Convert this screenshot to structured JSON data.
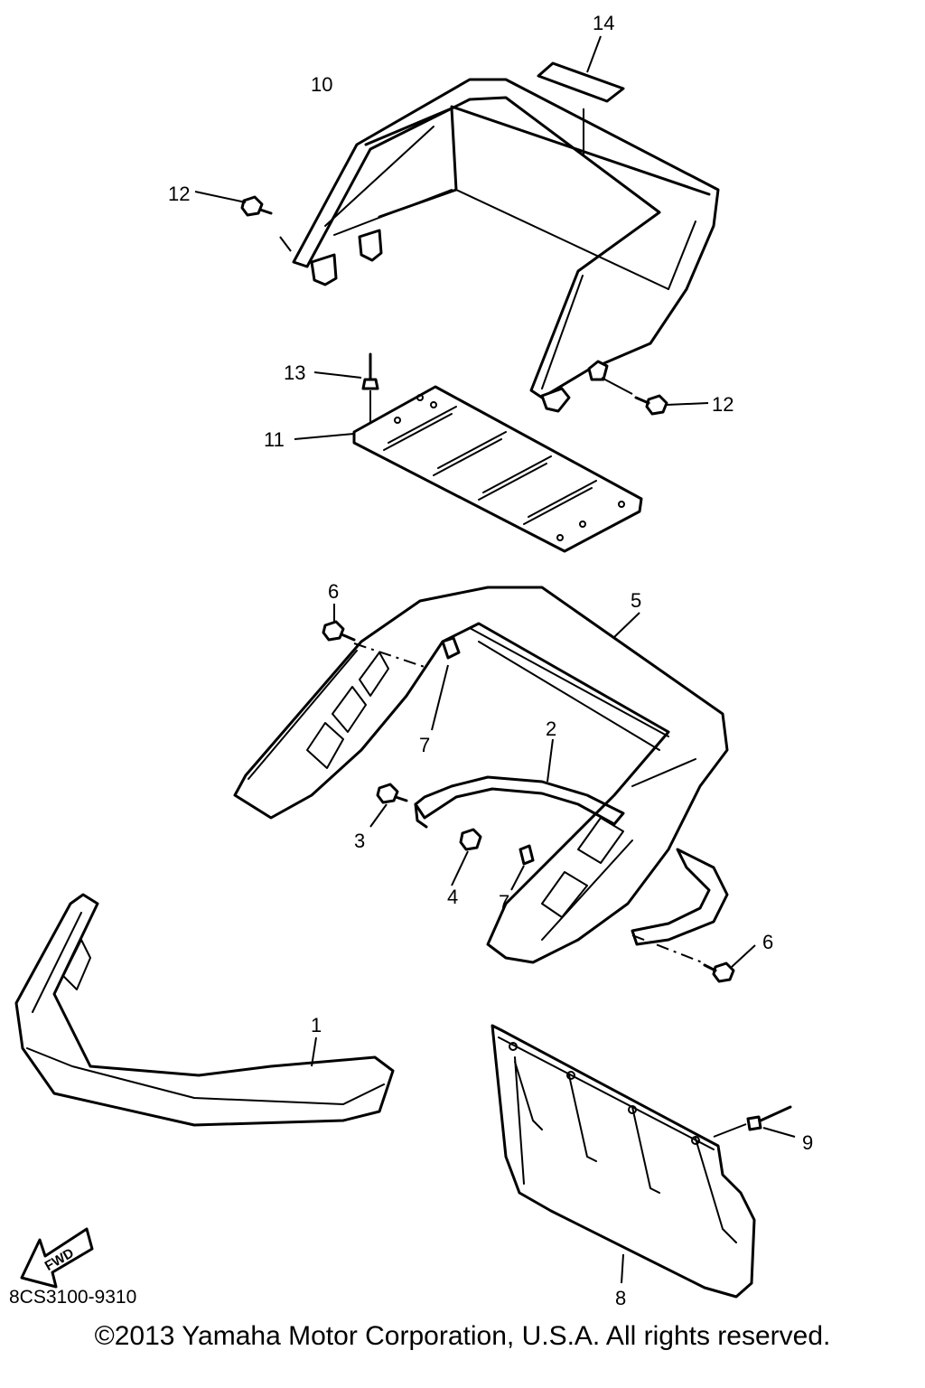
{
  "callouts": {
    "c1": "1",
    "c2": "2",
    "c3": "3",
    "c4": "4",
    "c5": "5",
    "c6a": "6",
    "c6b": "6",
    "c7a": "7",
    "c7b": "7",
    "c8": "8",
    "c9": "9",
    "c10": "10",
    "c11": "11",
    "c12a": "12",
    "c12b": "12",
    "c13": "13",
    "c14": "14"
  },
  "fwd_label": "FWD",
  "diagram_code": "8CS3100-9310",
  "copyright": "©2013 Yamaha Motor Corporation, U.S.A. All rights reserved."
}
